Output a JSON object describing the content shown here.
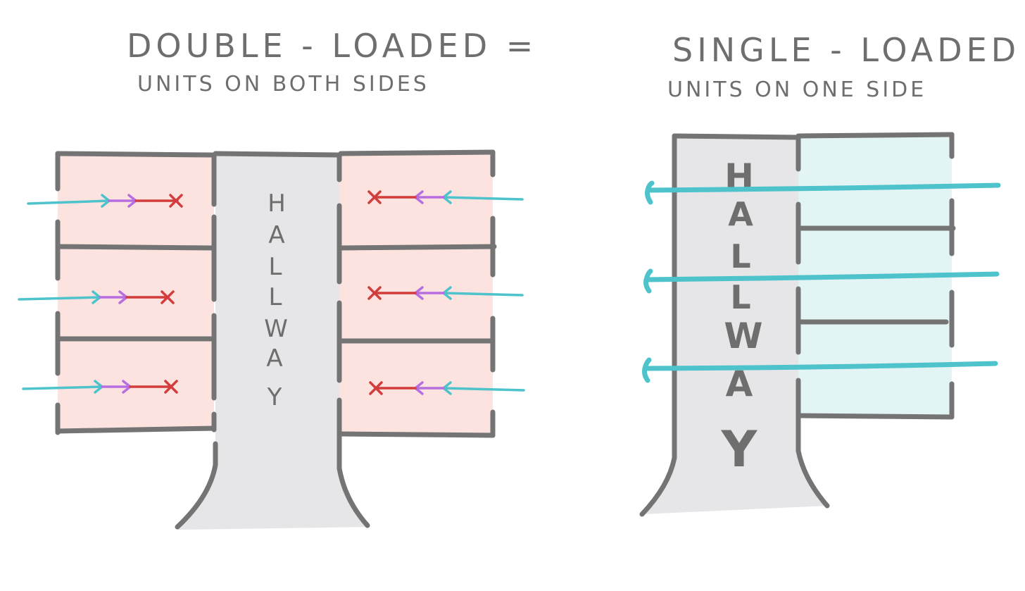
{
  "double_loaded": {
    "title": "DOUBLE - LOADED =",
    "subtitle": "UNITS ON BOTH SIDES",
    "hallway_label": [
      "H",
      "A",
      "L",
      "L",
      "W",
      "A",
      "Y"
    ]
  },
  "single_loaded": {
    "title": "SINGLE - LOADED =",
    "subtitle": "UNITS ON  ONE SIDE",
    "hallway_label": [
      "H",
      "A",
      "L",
      "L",
      "W",
      "A",
      "Y"
    ]
  },
  "colors": {
    "wall": "#747474",
    "hallway_fill": "#e6e6e8",
    "double_unit_fill": "#fde3df",
    "single_unit_fill": "#e3f4f4",
    "airflow_cyan": "#4fc3cc",
    "airflow_purple": "#b76ee0",
    "airflow_red": "#d23c3c"
  },
  "icons": {
    "blocked_air": "x-mark-icon",
    "air_direction": "arrow-chevron-icon"
  }
}
